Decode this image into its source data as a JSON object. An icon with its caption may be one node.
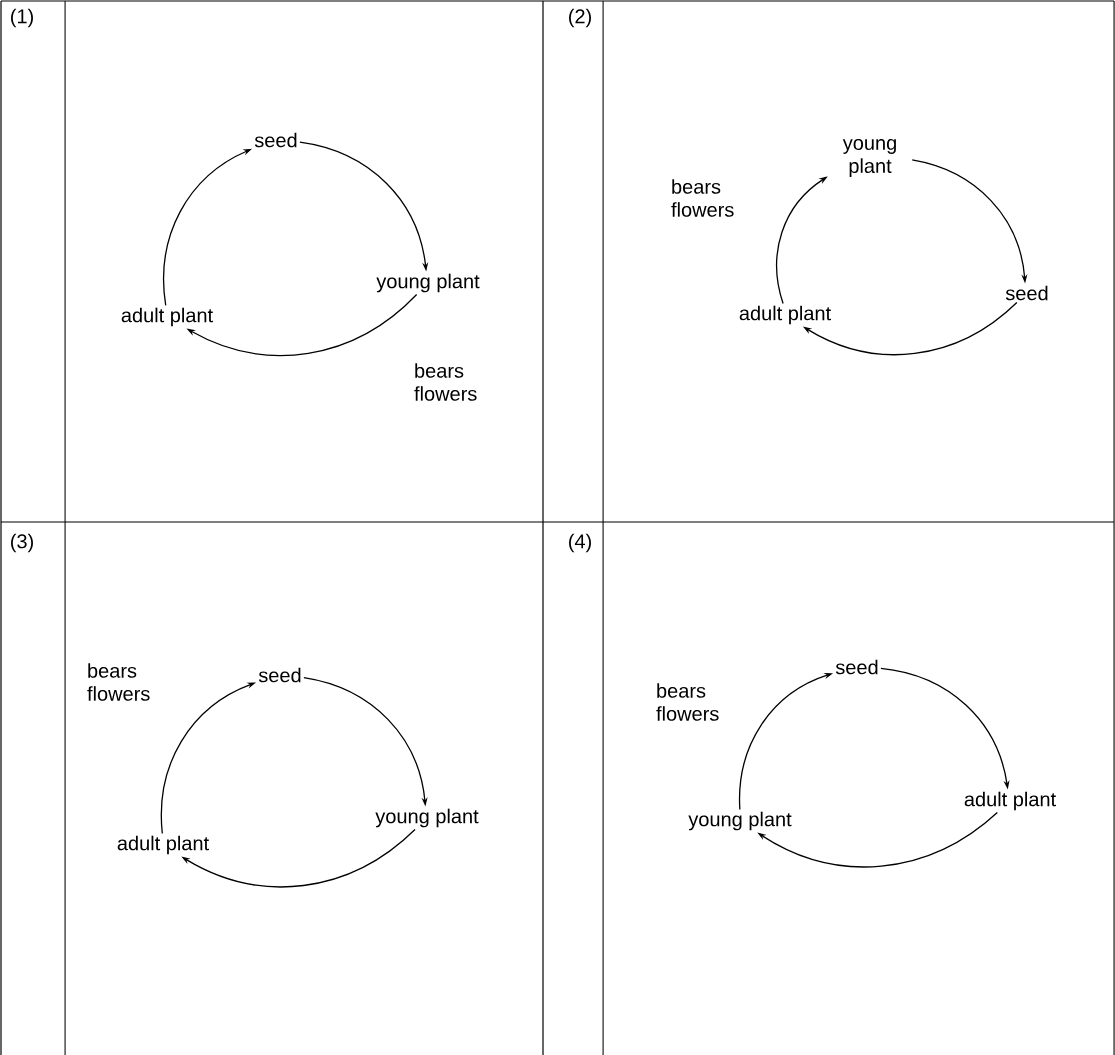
{
  "diagram": {
    "nodes": [
      {
        "text": [
          "seed"
        ]
      },
      {
        "text": [
          "young plant"
        ]
      },
      {
        "text": [
          "adult plant"
        ]
      },
      {
        "text": [
          "young plant"
        ]
      },
      {
        "text": [
          "seed"
        ]
      },
      {
        "text": [
          "adult plant"
        ]
      },
      {
        "text": [
          "seed"
        ]
      },
      {
        "text": [
          "young plant"
        ]
      },
      {
        "text": [
          "adult plant"
        ]
      },
      {
        "text": [
          "seed"
        ]
      },
      {
        "text": [
          "adult plant"
        ]
      },
      {
        "text": [
          "young plant"
        ]
      }
    ],
    "edges": [
      {
        "from": 0,
        "to": 1,
        "arrow": "to"
      },
      {
        "from": 1,
        "to": 2,
        "arrow": "to",
        "label": "bears flowers"
      },
      {
        "from": 2,
        "to": 0,
        "arrow": "to"
      },
      {
        "from": 3,
        "to": 4,
        "arrow": "to"
      },
      {
        "from": 4,
        "to": 5,
        "arrow": "to"
      },
      {
        "from": 5,
        "to": 3,
        "arrow": "to",
        "label": "bears flowers"
      },
      {
        "from": 6,
        "to": 7,
        "arrow": "to"
      },
      {
        "from": 7,
        "to": 8,
        "arrow": "to"
      },
      {
        "from": 8,
        "to": 6,
        "arrow": "to",
        "label": "bears flowers"
      },
      {
        "from": 9,
        "to": 10,
        "arrow": "to"
      },
      {
        "from": 10,
        "to": 11,
        "arrow": "to"
      },
      {
        "from": 11,
        "to": 9,
        "arrow": "to",
        "label": "bears flowers"
      }
    ],
    "labels": [
      "(1)",
      "(2)",
      "(3)",
      "(4)"
    ]
  }
}
